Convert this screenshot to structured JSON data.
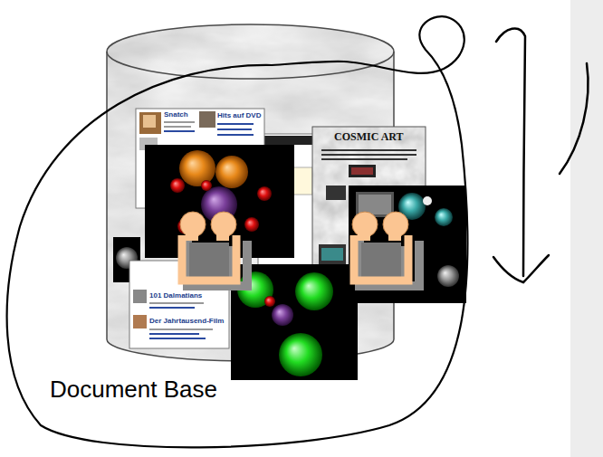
{
  "diagram": {
    "nodes": [
      {
        "text": [
          "Document Base"
        ]
      }
    ],
    "labels": [
      "Snatch",
      "Hits auf DVD",
      "101 Dalmatians",
      "Der Jahrtausend-Film",
      "COSMIC ART"
    ]
  }
}
